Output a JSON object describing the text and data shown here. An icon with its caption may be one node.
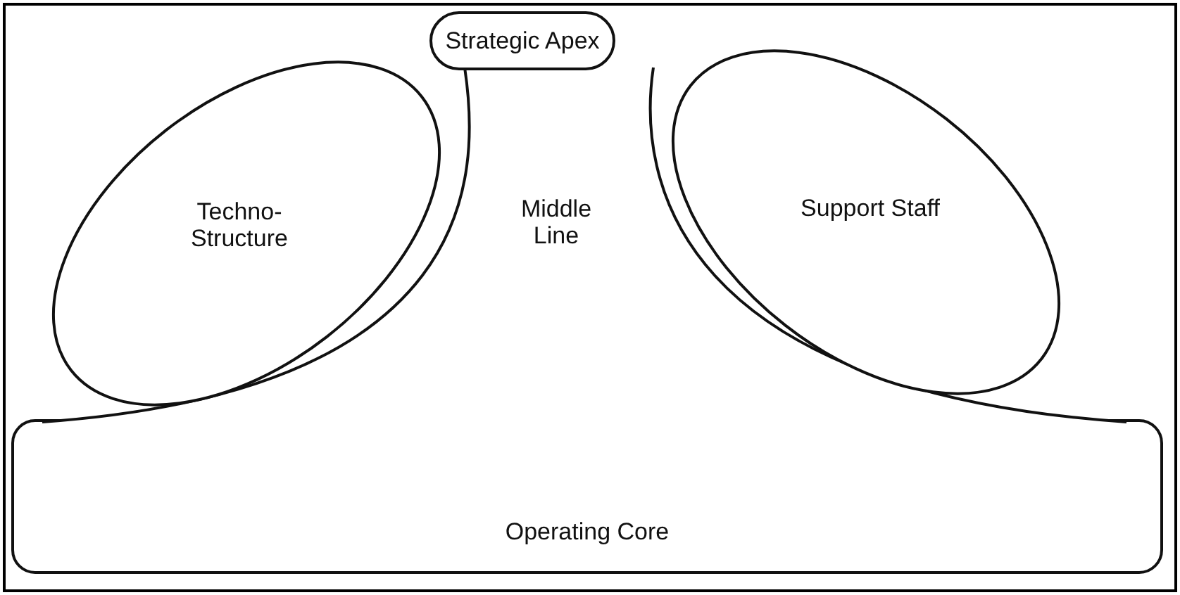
{
  "diagram": {
    "nodes": [
      {
        "text": [
          "Strategic Apex"
        ]
      },
      {
        "text": [
          "Techno-Structure"
        ]
      },
      {
        "text": [
          "Middle Line"
        ]
      },
      {
        "text": [
          "Support Staff"
        ]
      },
      {
        "text": [
          "Operating Core"
        ]
      }
    ]
  }
}
